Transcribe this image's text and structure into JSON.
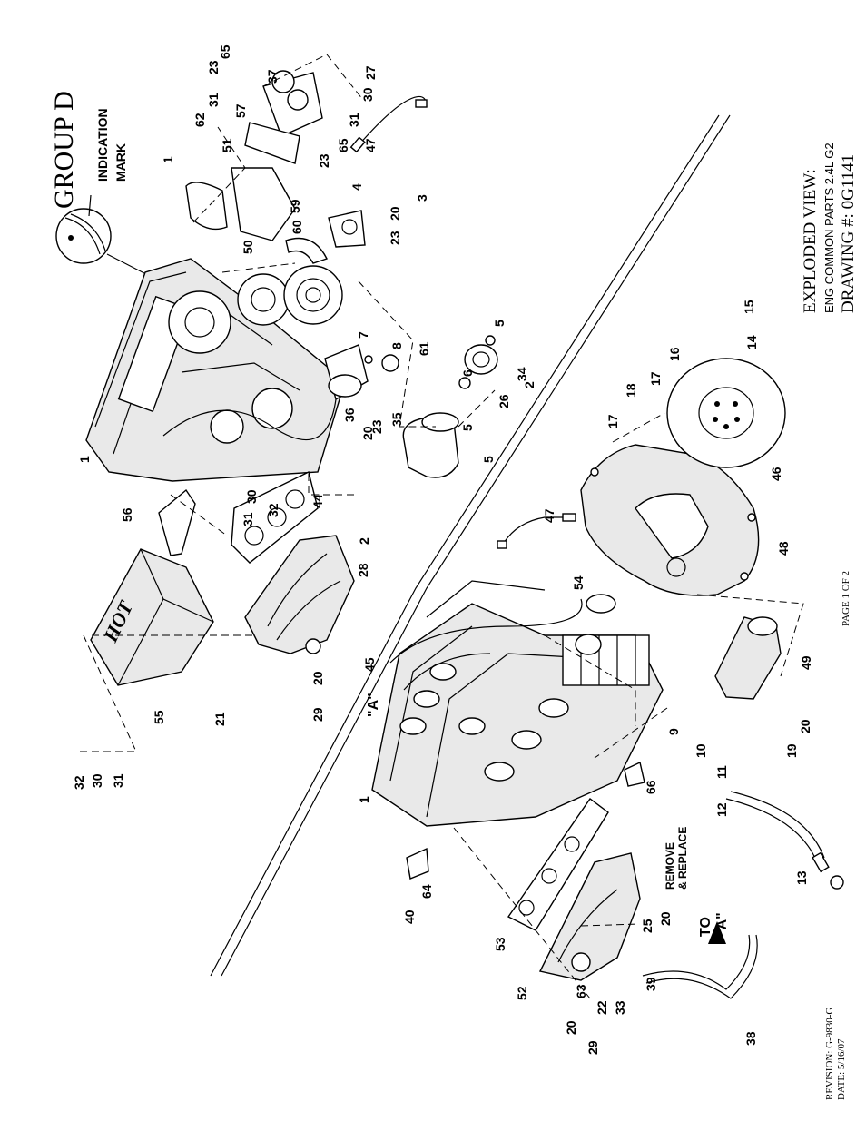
{
  "header": {
    "group": "GROUP D",
    "indication": [
      "INDICATION",
      "MARK"
    ]
  },
  "title_block": {
    "line1": "EXPLODED VIEW:",
    "line2": "ENG COMMON PARTS 2.4L G2",
    "line3": "DRAWING #: 0G1141"
  },
  "page_label": "PAGE 1 OF 2",
  "revision": {
    "line1": "REVISION: G-9830-G",
    "line2": "DATE: 5/16/07"
  },
  "annotations": {
    "remove": [
      "REMOVE",
      "& REPLACE"
    ],
    "to_a": [
      "TO",
      "\"A\""
    ],
    "a_mark": "\"A\"",
    "hot": "HOT"
  },
  "callouts": [
    "1",
    "1",
    "1",
    "2",
    "2",
    "3",
    "4",
    "5",
    "5",
    "5",
    "6",
    "7",
    "8",
    "9",
    "10",
    "11",
    "12",
    "13",
    "14",
    "15",
    "16",
    "17",
    "17",
    "18",
    "19",
    "20",
    "20",
    "20",
    "20",
    "20",
    "20",
    "21",
    "22",
    "23",
    "23",
    "23",
    "23",
    "25",
    "26",
    "27",
    "28",
    "29",
    "29",
    "30",
    "30",
    "30",
    "31",
    "31",
    "31",
    "31",
    "32",
    "32",
    "33",
    "34",
    "35",
    "36",
    "37",
    "38",
    "39",
    "40",
    "44",
    "45",
    "46",
    "47",
    "47",
    "48",
    "49",
    "50",
    "51",
    "52",
    "53",
    "54",
    "55",
    "56",
    "57",
    "59",
    "60",
    "61",
    "62",
    "63",
    "64",
    "65",
    "65",
    "66"
  ]
}
